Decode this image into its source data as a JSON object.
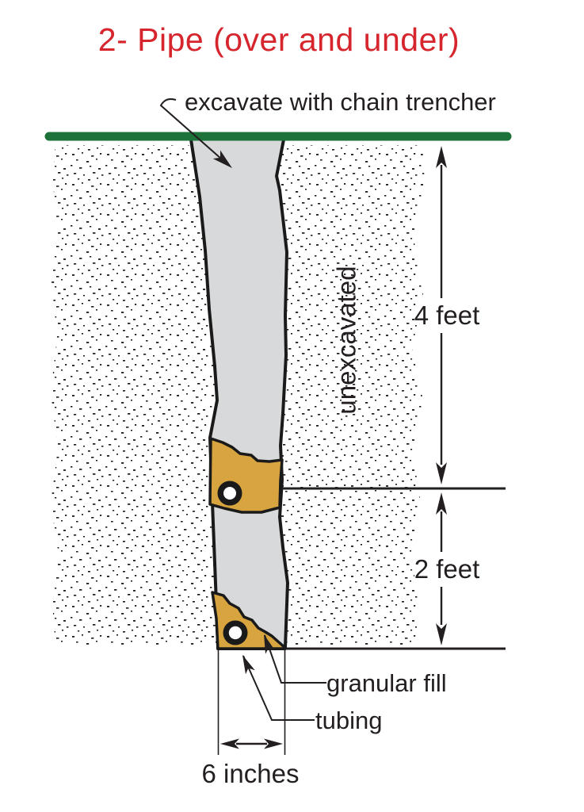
{
  "title": {
    "text": "2- Pipe (over and under)"
  },
  "annotations": {
    "excavate": "excavate with chain trencher",
    "unexcavated": "unexcavated",
    "granular_fill": "granular fill",
    "tubing": "tubing"
  },
  "dimensions": {
    "upper_depth": "4 feet",
    "lower_depth": "2 feet",
    "trench_width": "6 inches"
  },
  "colors": {
    "title_red": "#d6252d",
    "surface_green": "#1d7239",
    "trench_gray": "#d8d9da",
    "granular_tan": "#d8a43f",
    "ink_black": "#231f20"
  }
}
